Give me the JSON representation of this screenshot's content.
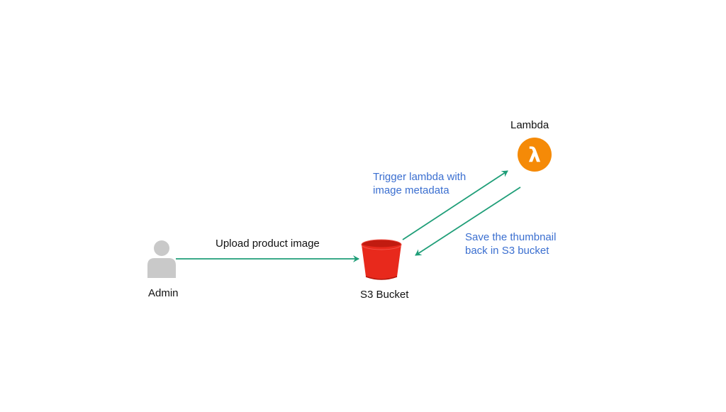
{
  "nodes": {
    "admin": {
      "label": "Admin",
      "icon": "user-icon"
    },
    "s3": {
      "label": "S3 Bucket",
      "icon": "s3-bucket-icon"
    },
    "lambda": {
      "label": "Lambda",
      "icon": "lambda-icon",
      "glyph": "λ"
    }
  },
  "edges": {
    "upload": {
      "label": "Upload product image"
    },
    "trigger": {
      "label_lines": [
        "Trigger lambda with",
        "image metadata"
      ]
    },
    "save": {
      "label_lines": [
        "Save the thumbnail",
        "back in S3 bucket"
      ]
    }
  },
  "colors": {
    "arrow": "#1f9e78",
    "edge_text_blue": "#3b6fd0",
    "bucket_red": "#e8291c",
    "lambda_orange": "#f58a07",
    "user_gray": "#c9c9c9"
  }
}
